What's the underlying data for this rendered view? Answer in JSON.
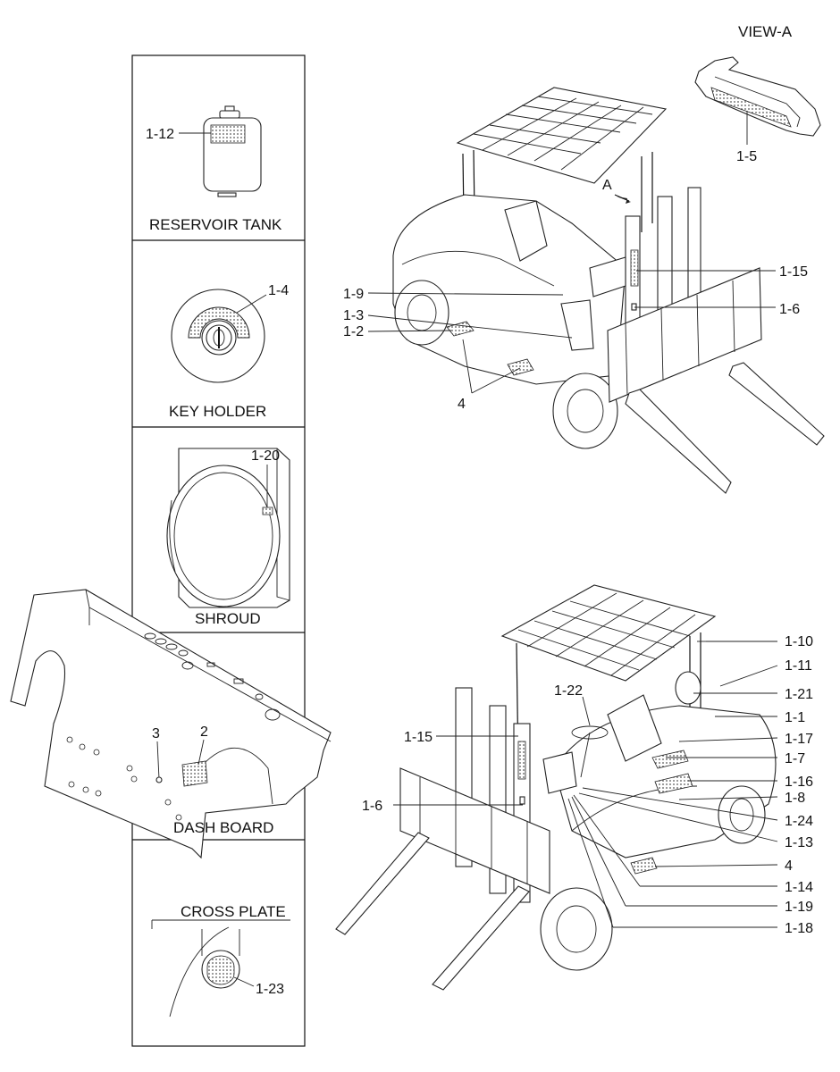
{
  "captions": {
    "view_a": "VIEW-A",
    "reservoir_tank": "RESERVOIR TANK",
    "key_holder": "KEY HOLDER",
    "shroud": "SHROUD",
    "dash_board": "DASH BOARD",
    "cross_plate": "CROSS PLATE",
    "arrow_a": "A"
  },
  "labels": {
    "l_1_12": "1-12",
    "l_1_4": "1-4",
    "l_1_20": "1-20",
    "l_3": "3",
    "l_2": "2",
    "l_1_23": "1-23",
    "l_1_5": "1-5",
    "l_1_9": "1-9",
    "l_1_3": "1-3",
    "l_1_2": "1-2",
    "l_4_top": "4",
    "l_1_15_top": "1-15",
    "l_1_6_top": "1-6",
    "l_1_10": "1-10",
    "l_1_11": "1-11",
    "l_1_21": "1-21",
    "l_1_22": "1-22",
    "l_1_1": "1-1",
    "l_1_15_bot": "1-15",
    "l_1_17": "1-17",
    "l_1_7": "1-7",
    "l_1_16": "1-16",
    "l_1_6_bot": "1-6",
    "l_1_8": "1-8",
    "l_1_24": "1-24",
    "l_1_13": "1-13",
    "l_4_bot": "4",
    "l_1_14": "1-14",
    "l_1_19": "1-19",
    "l_1_18": "1-18"
  }
}
